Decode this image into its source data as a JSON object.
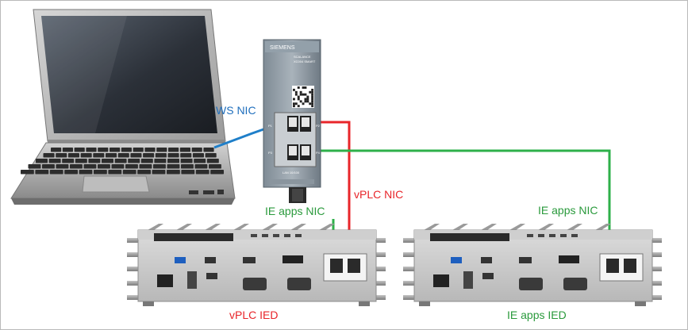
{
  "labels": {
    "ws_nic": "WS NIC",
    "vplc_nic": "vPLC NIC",
    "ie_apps_nic_left": "IE apps NIC",
    "ie_apps_nic_right": "IE apps NIC",
    "vplc_ied": "vPLC IED",
    "ie_apps_ied": "IE apps IED"
  },
  "switch": {
    "brand": "SIEMENS",
    "model_line1": "SCALANCE",
    "model_line2": "XC004 SMART",
    "port_p1": "P1",
    "port_p2": "P2",
    "port_p3": "P3",
    "port_p4": "P4",
    "lan": "LAN 10/100"
  },
  "colors": {
    "ws_link": "#1f7fc9",
    "vplc_link": "#e8252a",
    "ie_link": "#2eb04a",
    "blue_text": "#1f6fbd",
    "red_text": "#e8252a",
    "green_text": "#2a9a3c"
  }
}
